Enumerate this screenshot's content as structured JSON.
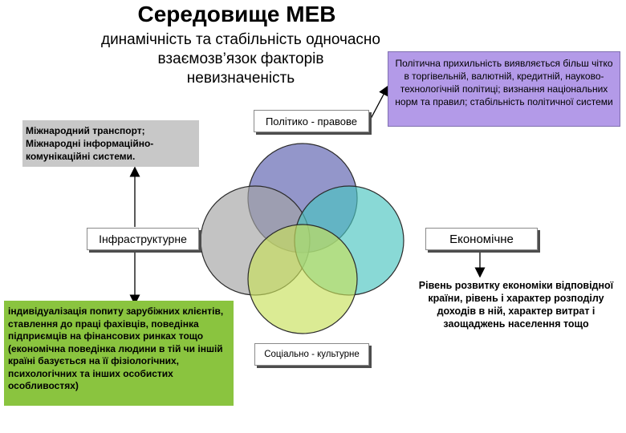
{
  "title": "Середовище МЕВ",
  "subtitle_lines": [
    "динамічність та стабільність одночасно",
    "взаємозв’язок факторів",
    "невизначеність"
  ],
  "factors": {
    "political": "Політико - правове",
    "infrastructure": "Інфраструктурне",
    "economic": "Економічне",
    "social": "Соціально - культурне"
  },
  "notes": {
    "political": "Політична прихильність виявляється більш чітко в торгівельній, валютній, кредитній, науково-технологічній політиці; визнання національних норм та правил; стабільність політичної системи",
    "infrastructure": "Міжнародний транспорт; Міжнародні інформаційно-комунікаційні системи.",
    "economic": "Рівень розвитку економіки відповідної країни, рівень і характер розподілу доходів в ній, характер витрат і заощаджень населення тощо",
    "social": "індивідуалізація попиту зарубіжних клієнтів, ставлення до праці фахівців, поведінка підприємців на фінансових ринках тощо (економічна поведінка людини в тій чи іншій країні базується на її фізіологічних, психологічних та інших особистих особливостях)"
  },
  "colors": {
    "circle_top": "#6f73b8",
    "circle_left": "#a3a3a3",
    "circle_right": "#49c4c0",
    "circle_bottom": "#c7e05a",
    "political_note_bg": "#b39ae8",
    "infra_note_bg": "#c8c8c8",
    "social_note_bg": "#8ac43f"
  }
}
